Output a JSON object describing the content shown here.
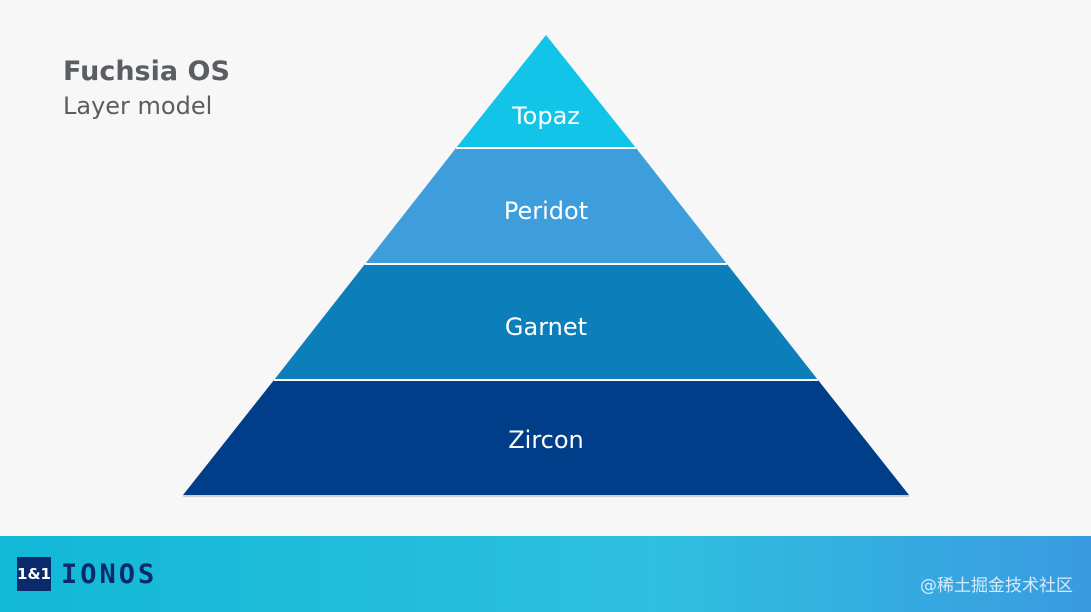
{
  "header": {
    "title": "Fuchsia OS",
    "subtitle": "Layer model"
  },
  "pyramid": {
    "layers": [
      {
        "label": "Topaz",
        "color": "#12c5e8"
      },
      {
        "label": "Peridot",
        "color": "#3d9edb"
      },
      {
        "label": "Garnet",
        "color": "#0c7fbb"
      },
      {
        "label": "Zircon",
        "color": "#003e8a"
      }
    ]
  },
  "footer": {
    "logo_box": "1&1",
    "logo_text": "IONOS",
    "watermark": "@稀土掘金技术社区"
  }
}
